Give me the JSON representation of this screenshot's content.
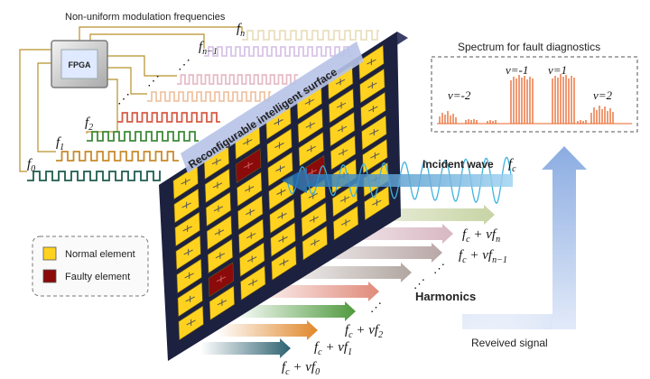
{
  "header": {
    "modulation_title": "Non-uniform modulation frequencies"
  },
  "controller": {
    "label": "FPGA"
  },
  "frequencies": {
    "fn": "f",
    "fn_sub": "n",
    "fn1": "f",
    "fn1_sub": "n−1",
    "f2": "f",
    "f2_sub": "2",
    "f1": "f",
    "f1_sub": "1",
    "f0": "f",
    "f0_sub": "0",
    "dots": "⋰"
  },
  "surface": {
    "title": "Reconfigurable intelligent surface",
    "rows": 7,
    "cols": 7,
    "faulty_cells": [
      [
        2,
        1
      ],
      [
        4,
        3
      ],
      [
        1,
        5
      ]
    ]
  },
  "legend": {
    "normal_label": "Normal element",
    "faulty_label": "Faulty element",
    "normal_color": "#ffd21f",
    "faulty_color": "#8b0a0a"
  },
  "incident": {
    "label": "Incident wave",
    "symbol": "f",
    "symbol_sub": "c"
  },
  "spectrum": {
    "title": "Spectrum for fault diagnostics",
    "labels": [
      "v=-2",
      "v=-1",
      "v=1",
      "v=2"
    ],
    "bar_color": "#e8642a"
  },
  "harmonics": {
    "label": "Harmonics",
    "eq_n": "f",
    "eq_n_sub": "c",
    "eq_n_mid": " + v",
    "eq_n_f": "f",
    "eq_n_fsub": "n",
    "eq_n1": "f",
    "eq_n1_sub": "c",
    "eq_n1_mid": " + v",
    "eq_n1_f": "f",
    "eq_n1_fsub": "n−1",
    "eq_2": "f",
    "eq_2_sub": "c",
    "eq_2_mid": " + v",
    "eq_2_f": "f",
    "eq_2_fsub": "2",
    "eq_1": "f",
    "eq_1_sub": "c",
    "eq_1_mid": " + v",
    "eq_1_f": "f",
    "eq_1_fsub": "1",
    "eq_0": "f",
    "eq_0_sub": "c",
    "eq_0_mid": " + v",
    "eq_0_f": "f",
    "eq_0_fsub": "0",
    "dots": "⋰"
  },
  "received": {
    "label": "Reveived signal"
  },
  "colors": {
    "wave_n": "#eadfbf",
    "wave_n1": "#d9c5e7",
    "wave_5": "#e6bcc8",
    "wave_4": "#f0c5a6",
    "wave_3": "#d65b45",
    "wave_2": "#3f8a3a",
    "wave_1": "#c88a2d",
    "wave_0": "#1f5c4f",
    "panel": "#1c2140",
    "cell": "#ffd21f",
    "cell_faulty": "#8b0a0a",
    "incident": "#4aa8d8",
    "received_arrow": "#8cb1e6",
    "harmonics_text": "#8b1a1a"
  }
}
